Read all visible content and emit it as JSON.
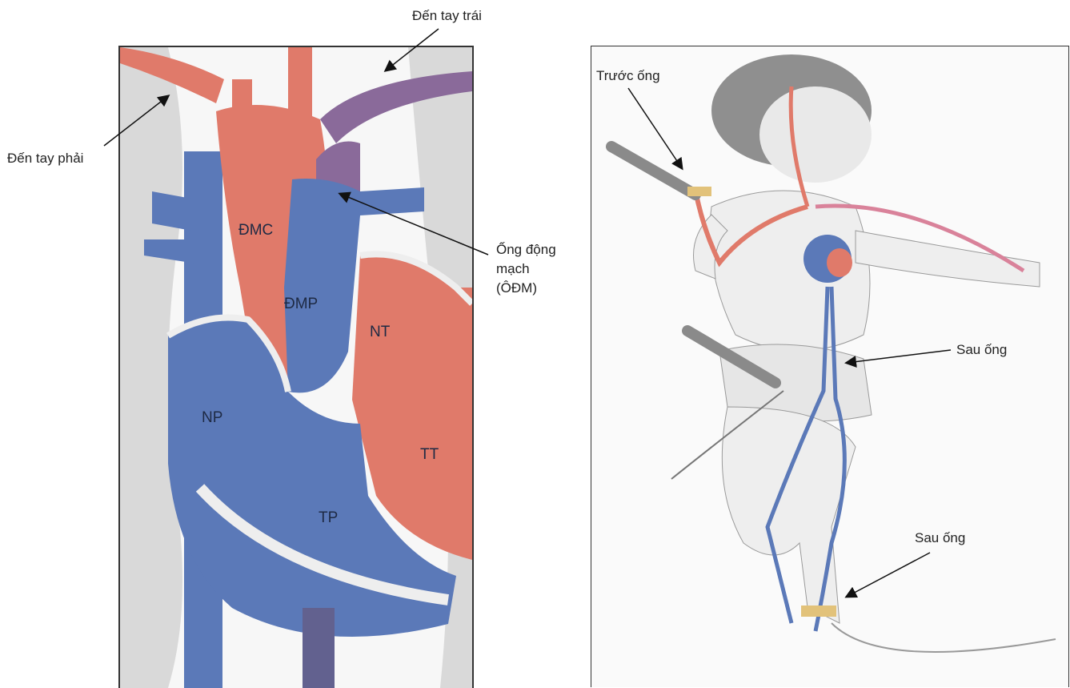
{
  "heart": {
    "aorta": "ĐMC",
    "pulmonary_artery": "ĐMP",
    "left_atrium": "NT",
    "right_atrium": "NP",
    "left_ventricle": "TT",
    "right_ventricle": "TP"
  },
  "callouts": {
    "to_left_arm": "Đến tay trái",
    "to_right_arm": "Đến tay phải",
    "ductus": "Ống động mạch (ÔĐM)",
    "preductal": "Trước ống",
    "postductal_umbilical": "Sau ống",
    "postductal_foot": "Sau ống"
  },
  "colors": {
    "oxygenated": "#e07a6a",
    "deoxygenated": "#5b79b8",
    "mixed": "#8a6a9a",
    "bone": "#d9d9d9"
  }
}
